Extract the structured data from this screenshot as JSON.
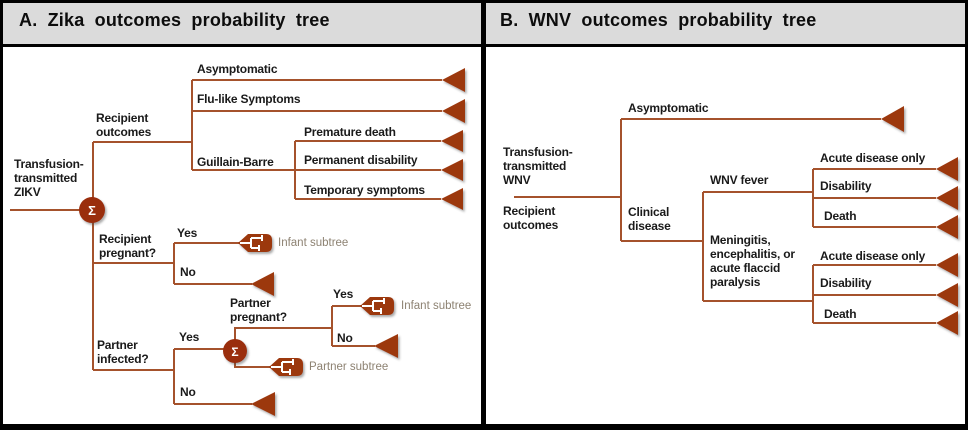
{
  "panel_a": {
    "title": "A. Zika outcomes probability tree",
    "root": "Transfusion-\ntransmitted\nZIKV",
    "recipient_outcomes": "Recipient\noutcomes",
    "asymptomatic": "Asymptomatic",
    "flu_like_symptoms": "Flu-like Symptoms",
    "guillain_barre": "Guillain-Barre",
    "premature_death": "Premature death",
    "permanent_disability": "Permanent disability",
    "temporary_symptoms": "Temporary symptoms",
    "recipient_pregnant": "Recipient\npregnant?",
    "partner_infected": "Partner\ninfected?",
    "partner_pregnant": "Partner\npregnant?",
    "yes": "Yes",
    "no": "No",
    "infant_subtree": "Infant subtree",
    "partner_subtree": "Partner subtree",
    "sigma": "Σ"
  },
  "panel_b": {
    "title": "B. WNV outcomes probability tree",
    "root": "Transfusion-\ntransmitted\nWNV",
    "recipient_outcomes": "Recipient\noutcomes",
    "asymptomatic": "Asymptomatic",
    "clinical_disease": "Clinical\ndisease",
    "wnv_fever": "WNV fever",
    "meningitis": "Meningitis,\nencephalitis, or\nacute flaccid\nparalysis",
    "acute_disease_only": "Acute disease only",
    "disability": "Disability",
    "death": "Death"
  },
  "colors": {
    "branch_line": "#a5522c",
    "terminal_shape": "#9c370f",
    "sigma_circle": "#9a2d0d",
    "subtree_label_text": "#8d8272",
    "title_band_bg": "#dbdbdb",
    "panel_bg": "#ffffff",
    "label_text": "#1a1a1a"
  }
}
